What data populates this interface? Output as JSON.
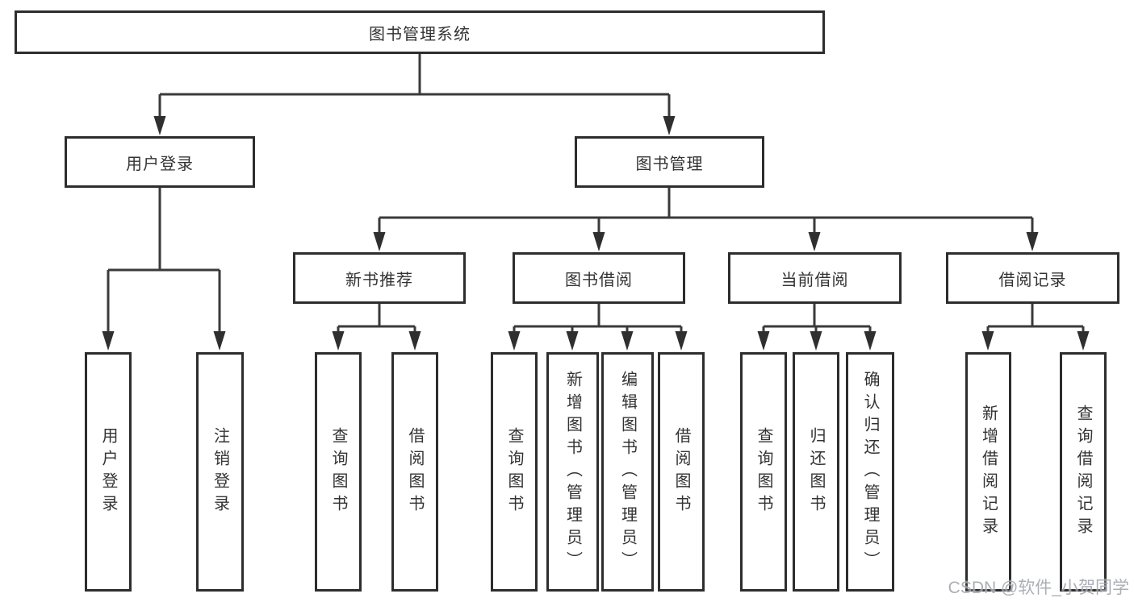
{
  "diagram": {
    "root": {
      "label": "图书管理系统"
    },
    "level2": [
      {
        "label": "用户登录"
      },
      {
        "label": "图书管理"
      }
    ],
    "level3": [
      {
        "label": "新书推荐"
      },
      {
        "label": "图书借阅"
      },
      {
        "label": "当前借阅"
      },
      {
        "label": "借阅记录"
      }
    ],
    "leaves": {
      "user_login": [
        {
          "label": "用户登录"
        },
        {
          "label": "注销登录"
        }
      ],
      "new_book_recommend": [
        {
          "label": "查询图书"
        },
        {
          "label": "借阅图书"
        }
      ],
      "book_borrowing": [
        {
          "label": "查询图书"
        },
        {
          "label": "新增图书（管理员）"
        },
        {
          "label": "编辑图书（管理员）"
        },
        {
          "label": "借阅图书"
        }
      ],
      "current_borrowing": [
        {
          "label": "查询图书"
        },
        {
          "label": "归还图书"
        },
        {
          "label": "确认归还（管理员）"
        }
      ],
      "borrowing_records": [
        {
          "label": "新增借阅记录"
        },
        {
          "label": "查询借阅记录"
        }
      ]
    }
  },
  "watermark": {
    "text": "CSDN @软件_小贺同学"
  },
  "colors": {
    "line": "#3a3a3a",
    "arrow": "#2f2f2f",
    "box_border": "#2d2d2d",
    "background": "#ffffff",
    "text": "#333333",
    "watermark": "#a2a6ad"
  }
}
